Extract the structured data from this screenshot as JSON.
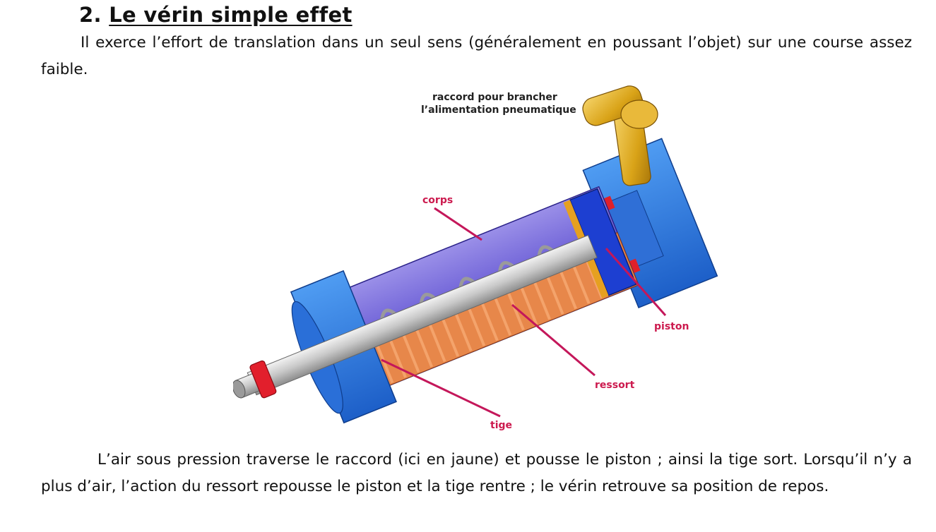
{
  "heading": {
    "number": "2.",
    "title": "Le vérin simple effet"
  },
  "paragraph1": "Il exerce l’effort de translation dans un seul sens (généralement en poussant l’objet) sur une course assez faible.",
  "figure": {
    "labels": {
      "raccord_line1": "raccord pour brancher",
      "raccord_line2": "l’alimentation pneumatique",
      "corps": "corps",
      "piston": "piston",
      "ressort": "ressort",
      "tige": "tige"
    }
  },
  "paragraph2": "L’air sous pression traverse le raccord (ici en jaune) et pousse le piston ; ainsi la tige sort. Lorsqu’il n’y a plus d’air, l’action du ressort repousse le piston et la tige rentre ; le vérin retrouve sa position de repos."
}
